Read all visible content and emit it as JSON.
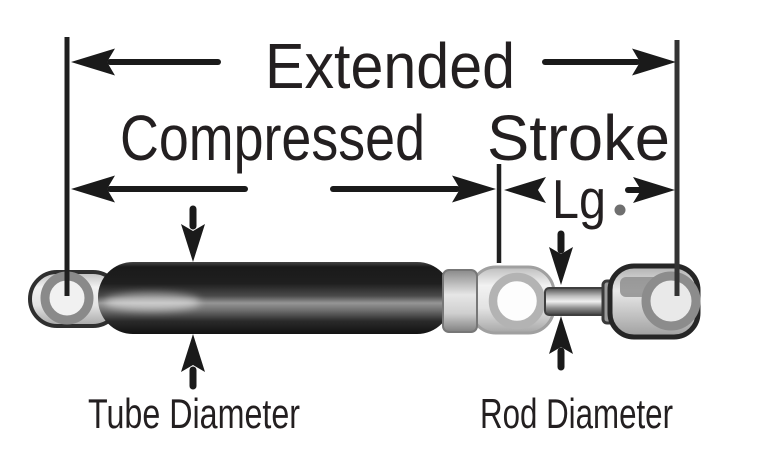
{
  "dimensions": {
    "extended": {
      "label": "Extended"
    },
    "compressed": {
      "label": "Compressed"
    },
    "stroke": {
      "label": "Stroke",
      "abbrev": "Lg",
      "period": "."
    },
    "tube_diameter": {
      "label": "Tube Diameter"
    },
    "rod_diameter": {
      "label": "Rod Diameter"
    }
  },
  "colors": {
    "background": "#ffffff",
    "line_black": "#1f1f1f",
    "text_black": "#231f20",
    "period_gray": "#6f6f6f",
    "tube_dark": "#141414",
    "tube_highlight": "#969696",
    "metal_light": "#ededed",
    "metal_mid": "#9a9a9a",
    "outline_dark": "#2a2a2a"
  }
}
